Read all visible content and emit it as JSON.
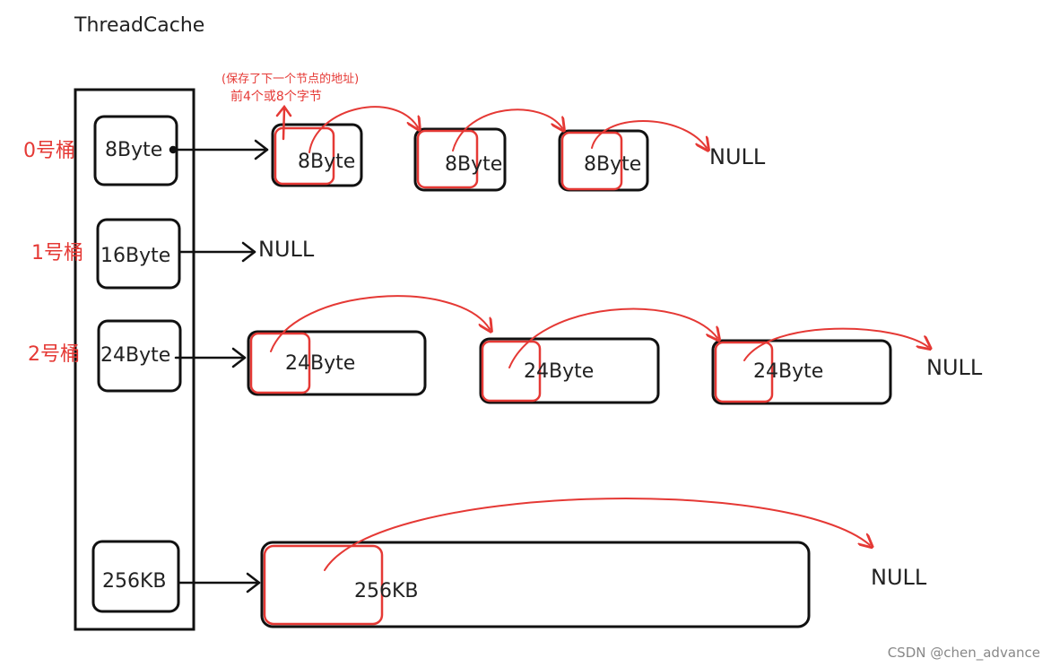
{
  "title": "ThreadCache",
  "annotation": {
    "line1": "(保存了下一个节点的地址)",
    "line2": "前4个或8个字节"
  },
  "buckets": [
    {
      "label": "0号桶",
      "size": "8Byte",
      "nodes": [
        "8Byte",
        "8Byte",
        "8Byte"
      ],
      "end": "NULL"
    },
    {
      "label": "1号桶",
      "size": "16Byte",
      "nodes": [],
      "end": "NULL"
    },
    {
      "label": "2号桶",
      "size": "24Byte",
      "nodes": [
        "24Byte",
        "24Byte",
        "24Byte"
      ],
      "end": "NULL"
    },
    {
      "label": "",
      "size": "256KB",
      "nodes": [
        "256KB"
      ],
      "end": "NULL"
    }
  ],
  "watermark": "CSDN @chen_advance",
  "colors": {
    "ink": "#111111",
    "highlight": "#e53935",
    "text": "#222222"
  }
}
